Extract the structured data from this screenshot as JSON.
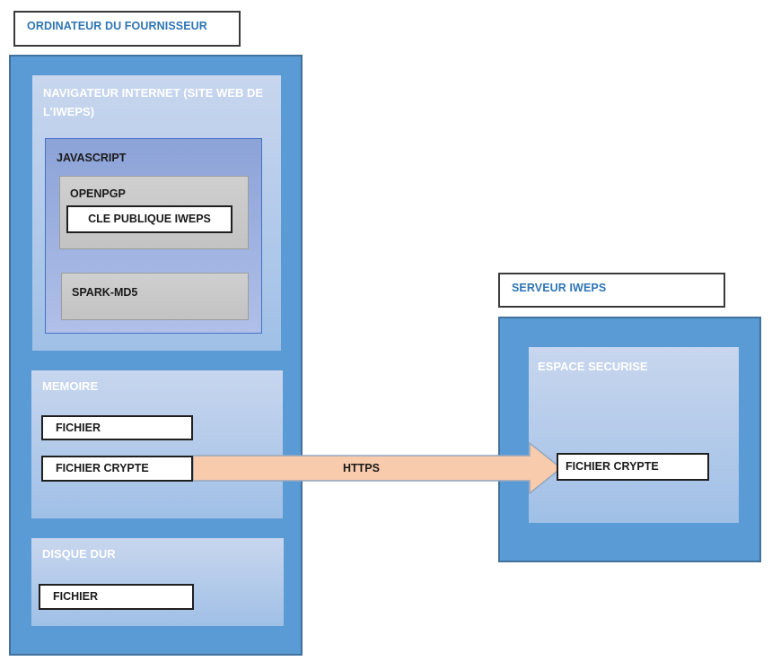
{
  "colors": {
    "container_blue": "#5B9BD5",
    "container_blue_border": "#41719C",
    "panel_light_top": "#C8D6EE",
    "panel_light_bottom": "#A0C0E6",
    "javascript_blue_top": "#8CA3D8",
    "javascript_blue_bottom": "#B0BFE8",
    "gray_box": "#CACACA",
    "arrow_fill": "#F8CBAD",
    "title_text_blue": "#2E75B6"
  },
  "supplier": {
    "title": "ORDINATEUR DU FOURNISSEUR",
    "browser": {
      "title": "NAVIGATEUR INTERNET (SITE WEB DE L’IWEPS)",
      "javascript": {
        "title": "JAVASCRIPT",
        "openpgp": {
          "title": "OPENPGP",
          "public_key": "CLE PUBLIQUE IWEPS"
        },
        "spark_md5": "SPARK-MD5"
      }
    },
    "memory": {
      "title": "MEMOIRE",
      "file": "FICHIER",
      "encrypted_file": "FICHIER CRYPTE"
    },
    "hard_disk": {
      "title": "DISQUE DUR",
      "file": "FICHIER"
    }
  },
  "transfer": {
    "protocol": "HTTPS"
  },
  "server": {
    "title": "SERVEUR IWEPS",
    "secure_space": {
      "title": "ESPACE SECURISE",
      "encrypted_file": "FICHIER CRYPTE"
    }
  }
}
